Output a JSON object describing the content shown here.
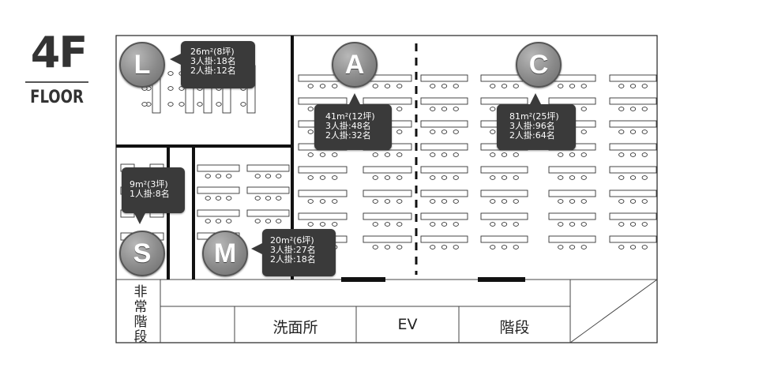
{
  "header": {
    "floor_number": "4F",
    "floor_word": "FLOOR"
  },
  "rooms": [
    {
      "id": "L",
      "letter": "L",
      "lines": [
        "26m²(8坪)",
        "3人掛:18名",
        "2人掛:12名"
      ]
    },
    {
      "id": "A",
      "letter": "A",
      "lines": [
        "41m²(12坪)",
        "3人掛:48名",
        "2人掛:32名"
      ]
    },
    {
      "id": "C",
      "letter": "C",
      "lines": [
        "81m²(25坪)",
        "3人掛:96名",
        "2人掛:64名"
      ]
    },
    {
      "id": "S",
      "letter": "S",
      "lines": [
        "9m²(3坪)",
        "1人掛:8名"
      ]
    },
    {
      "id": "M",
      "letter": "M",
      "lines": [
        "20m²(6坪)",
        "3人掛:27名",
        "2人掛:18名"
      ]
    }
  ],
  "facilities": {
    "emergency_stairs": "非常階段",
    "washroom": "洗面所",
    "elevator": "EV",
    "stairs": "階段"
  },
  "colors": {
    "wall": "#111111",
    "callout_bg": "#3a3a3a",
    "marker": "#8a8a8a"
  }
}
